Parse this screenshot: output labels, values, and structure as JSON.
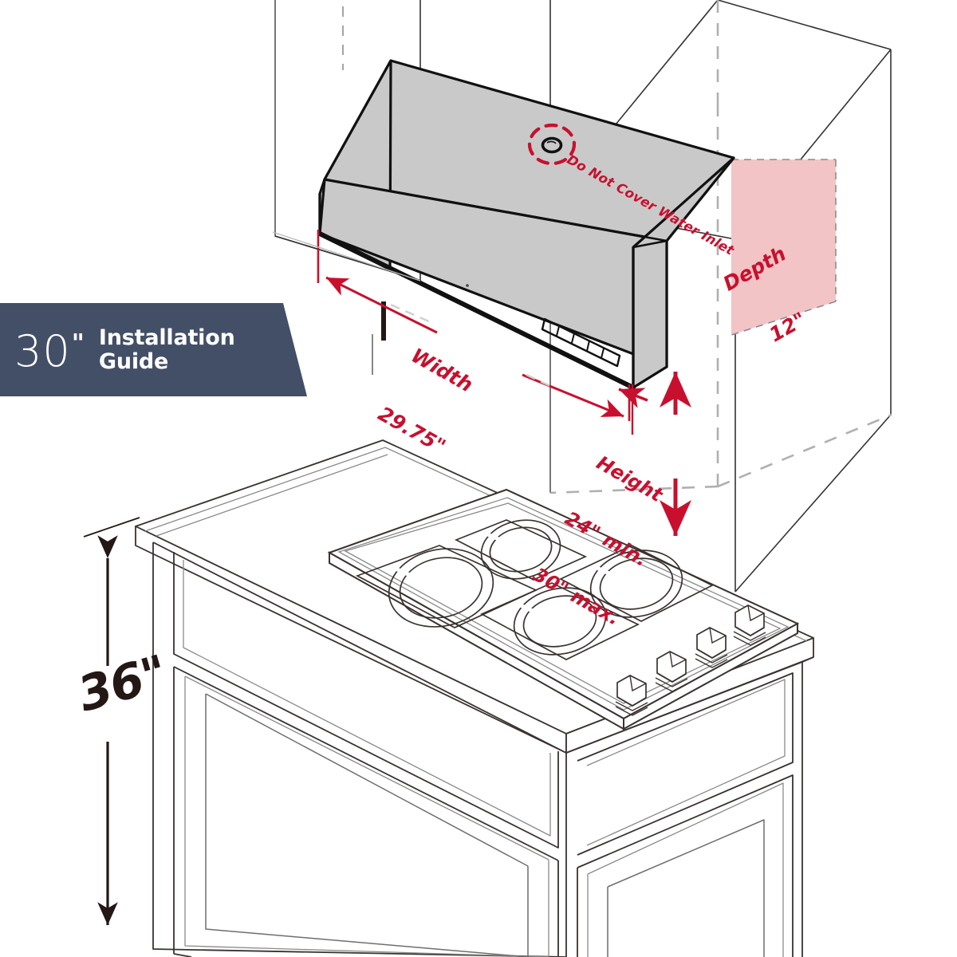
{
  "meta": {
    "doc_type": "installation-guide-diagram",
    "product": "under-cabinet range hood"
  },
  "badge": {
    "size_number": "30",
    "size_unit": "\"",
    "title_line1": "Installation",
    "title_line2": "Guide",
    "bg_color": "#434f66",
    "text_color": "#ffffff"
  },
  "callouts": {
    "water_inlet": {
      "text": "Do Not Cover Water Inlet",
      "color": "#c8102e",
      "marker": "dashed-circle"
    },
    "depth": {
      "line1": "Depth",
      "line2": "12\"",
      "value": "12",
      "unit": "in",
      "color": "#c8102e",
      "panel_fill": "#f2c4c6"
    },
    "width": {
      "line1": "Width",
      "line2": "29.75\"",
      "value": "29.75",
      "unit": "in",
      "color": "#c8102e"
    },
    "height": {
      "line1": "Height",
      "line2": "24\" min.",
      "line3": "30\" max.",
      "min": "24",
      "max": "30",
      "unit": "in",
      "color": "#c8102e"
    },
    "counter_height": {
      "text": "36\"",
      "value": "36",
      "unit": "in",
      "color": "#231815"
    }
  },
  "colors": {
    "accent_red": "#c8102e",
    "navy": "#434f66",
    "hood_fill": "#c9c9c9",
    "hood_top_fill": "#c9c9c9",
    "outline": "#1a1a1a",
    "faint_line": "#7a7a7a",
    "pink_panel": "#f2c4c6",
    "white": "#ffffff"
  },
  "scene": {
    "hood": {
      "name": "range-hood",
      "controls_count": 5,
      "has_water_inlet": true
    },
    "cooktop": {
      "name": "gas-cooktop",
      "burners": 4,
      "knobs": 4
    },
    "cabinetry": {
      "base_cabinet_doors": 2,
      "base_cabinet_drawers": 2,
      "upper_cabinets": 2
    }
  }
}
